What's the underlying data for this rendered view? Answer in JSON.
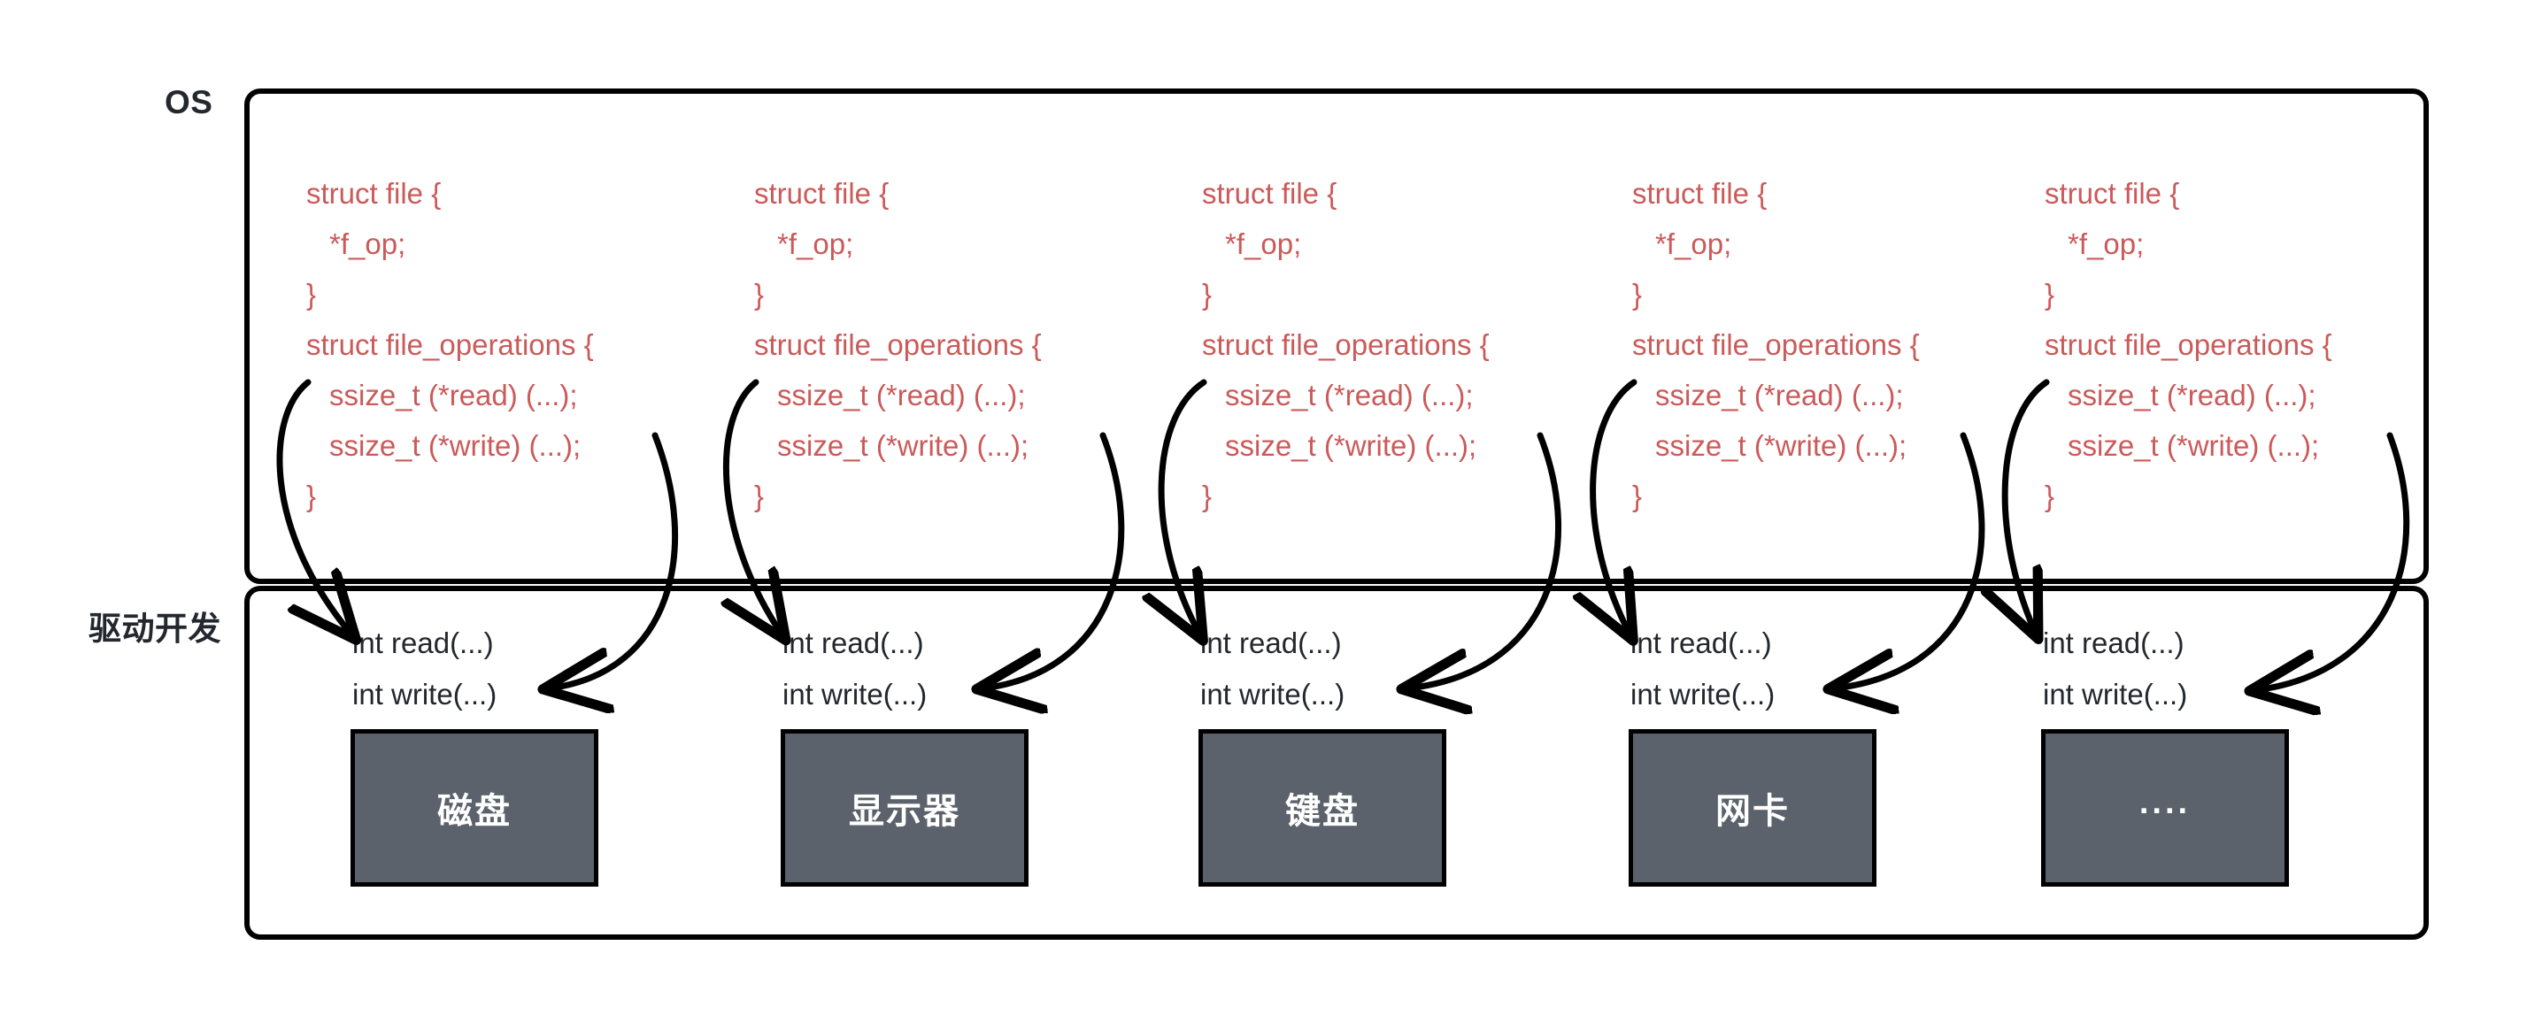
{
  "diagram": {
    "title_labels": {
      "os": "OS",
      "driver": "驱动开发"
    },
    "os_code_lines": [
      "struct file {",
      "*f_op;",
      "}",
      "struct file_operations {",
      "ssize_t (*read) (...);",
      "ssize_t (*write) (...);",
      "}"
    ],
    "driver_code_lines": [
      "int  read(...)",
      "int  write(...)"
    ],
    "columns": [
      {
        "device": "磁盘",
        "os_code": {
          "l1": "struct file {",
          "l2": "*f_op;",
          "l3": "}",
          "l4": "struct file_operations {",
          "l5": "ssize_t (*read) (...);",
          "l6": "ssize_t (*write) (...);",
          "l7": "}"
        },
        "driver_code": {
          "read": "int  read(...)",
          "write": "int  write(...)"
        }
      },
      {
        "device": "显示器",
        "os_code": {
          "l1": "struct file {",
          "l2": "*f_op;",
          "l3": "}",
          "l4": "struct file_operations {",
          "l5": "ssize_t (*read) (...);",
          "l6": "ssize_t (*write) (...);",
          "l7": "}"
        },
        "driver_code": {
          "read": "int  read(...)",
          "write": "int  write(...)"
        }
      },
      {
        "device": "键盘",
        "os_code": {
          "l1": "struct file {",
          "l2": "*f_op;",
          "l3": "}",
          "l4": "struct file_operations {",
          "l5": "ssize_t (*read) (...);",
          "l6": "ssize_t (*write) (...);",
          "l7": "}"
        },
        "driver_code": {
          "read": "int  read(...)",
          "write": "int  write(...)"
        }
      },
      {
        "device": "网卡",
        "os_code": {
          "l1": "struct file {",
          "l2": "*f_op;",
          "l3": "}",
          "l4": "struct file_operations {",
          "l5": "ssize_t (*read) (...);",
          "l6": "ssize_t (*write) (...);",
          "l7": "}"
        },
        "driver_code": {
          "read": "int  read(...)",
          "write": "int  write(...)"
        }
      },
      {
        "device": "....",
        "os_code": {
          "l1": "struct file {",
          "l2": "*f_op;",
          "l3": "}",
          "l4": "struct file_operations {",
          "l5": "ssize_t (*read) (...);",
          "l6": "ssize_t (*write) (...);",
          "l7": "}"
        },
        "driver_code": {
          "read": "int  read(...)",
          "write": "int  write(...)"
        }
      }
    ],
    "colors": {
      "code_red": "#cb5a5a",
      "device_fill": "#5c626b",
      "outline_black": "#000000",
      "text_dark": "#23272e",
      "background": "#ffffff"
    }
  }
}
